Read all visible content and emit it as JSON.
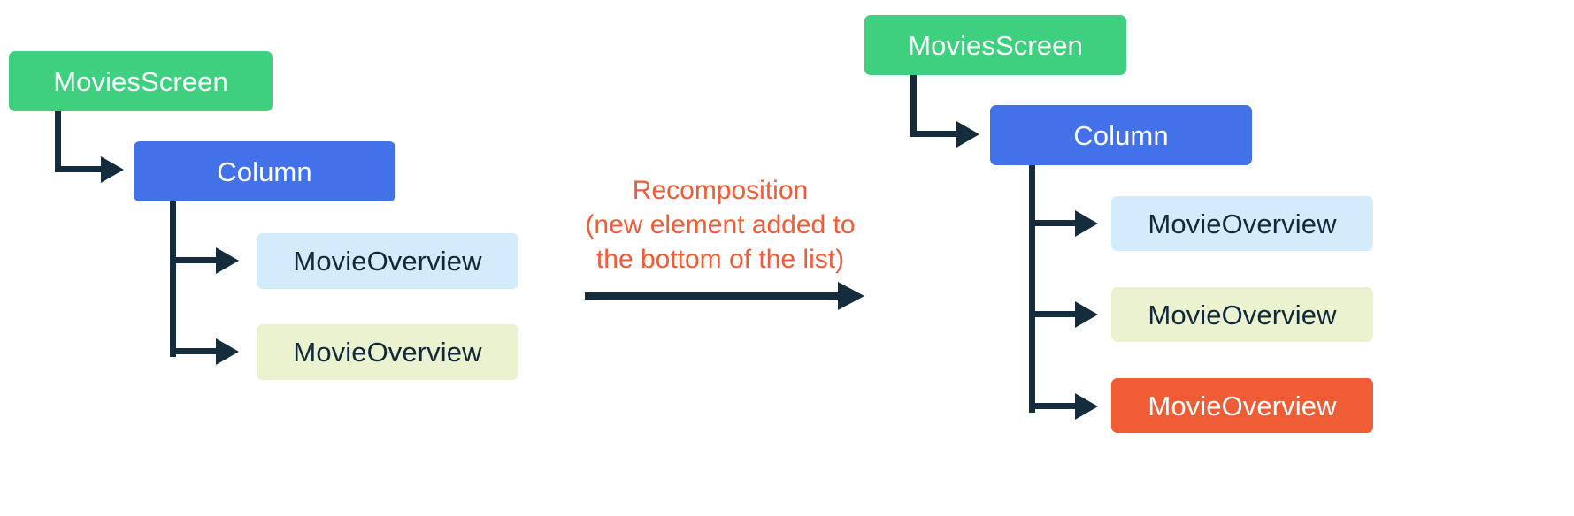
{
  "diagram": {
    "title_text": "Recomposition",
    "transition": {
      "label_line1": "Recomposition",
      "label_line2": "(new element added to",
      "label_line3": "the bottom of the list)",
      "label_full": "Recomposition\n(new element added to\nthe bottom of the list)",
      "color": "#f05c35",
      "arrow_name": "recomposition-arrow"
    },
    "colors": {
      "green": "#3ed07e",
      "blue": "#4271e8",
      "light_blue": "#d3ecfb",
      "light_green": "#eaf2d0",
      "orange": "#f05c35",
      "connector": "#152c3c",
      "dark_text": "#12293a",
      "light_text": "#ffffff",
      "background": "#ffffff"
    },
    "before": {
      "name": "before-tree",
      "root": {
        "label": "MoviesScreen",
        "color": "green"
      },
      "container": {
        "label": "Column",
        "color": "blue"
      },
      "children": [
        {
          "label": "MovieOverview",
          "color": "light_blue"
        },
        {
          "label": "MovieOverview",
          "color": "light_green"
        }
      ]
    },
    "after": {
      "name": "after-tree",
      "root": {
        "label": "MoviesScreen",
        "color": "green"
      },
      "container": {
        "label": "Column",
        "color": "blue"
      },
      "children": [
        {
          "label": "MovieOverview",
          "color": "light_blue"
        },
        {
          "label": "MovieOverview",
          "color": "light_green"
        },
        {
          "label": "MovieOverview",
          "color": "orange"
        }
      ]
    }
  }
}
